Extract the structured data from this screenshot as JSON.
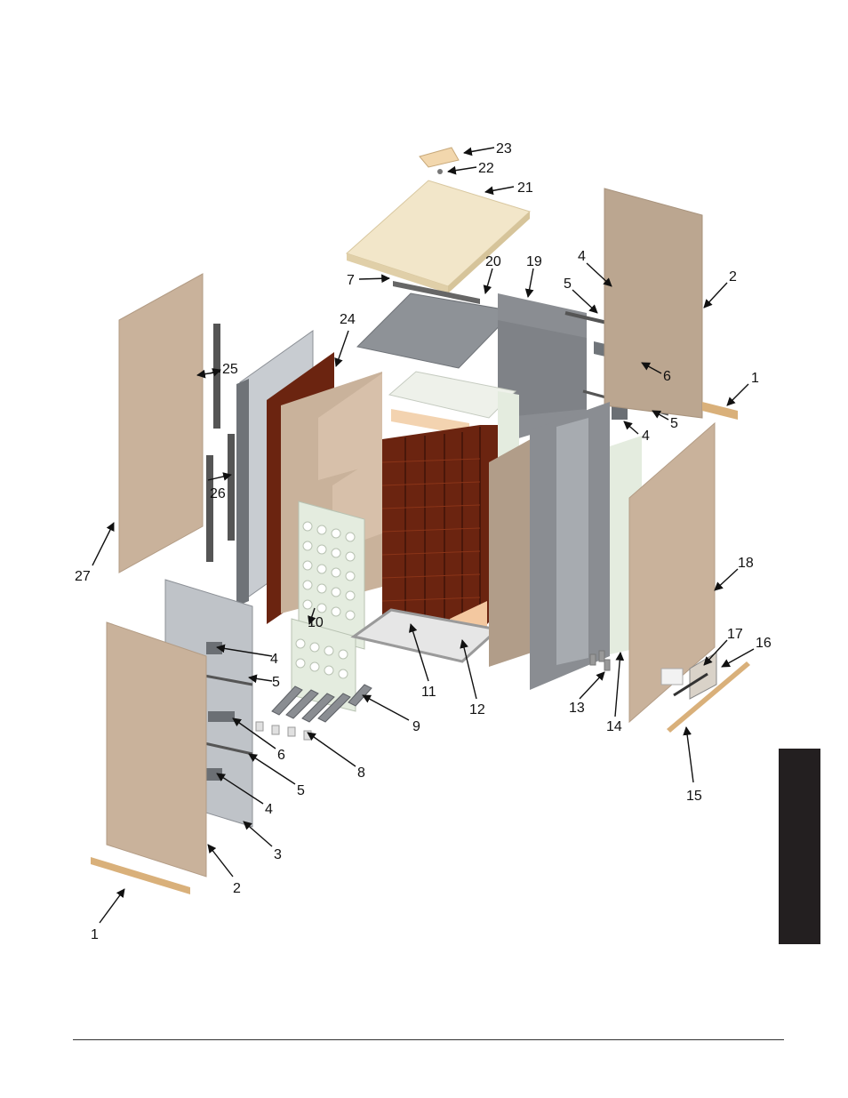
{
  "diagram": {
    "callouts": [
      {
        "id": "c23",
        "text": "23"
      },
      {
        "id": "c22",
        "text": "22"
      },
      {
        "id": "c21",
        "text": "21"
      },
      {
        "id": "c20",
        "text": "20"
      },
      {
        "id": "c19",
        "text": "19"
      },
      {
        "id": "c7",
        "text": "7"
      },
      {
        "id": "c4a",
        "text": "4"
      },
      {
        "id": "c5a",
        "text": "5"
      },
      {
        "id": "c2a",
        "text": "2"
      },
      {
        "id": "c6a",
        "text": "6"
      },
      {
        "id": "c1a",
        "text": "1"
      },
      {
        "id": "c5b",
        "text": "5"
      },
      {
        "id": "c4b",
        "text": "4"
      },
      {
        "id": "c24",
        "text": "24"
      },
      {
        "id": "c25",
        "text": "25"
      },
      {
        "id": "c26",
        "text": "26"
      },
      {
        "id": "c27",
        "text": "27"
      },
      {
        "id": "c18",
        "text": "18"
      },
      {
        "id": "c17",
        "text": "17"
      },
      {
        "id": "c16",
        "text": "16"
      },
      {
        "id": "c10",
        "text": "10"
      },
      {
        "id": "c4c",
        "text": "4"
      },
      {
        "id": "c5c",
        "text": "5"
      },
      {
        "id": "c11",
        "text": "11"
      },
      {
        "id": "c12",
        "text": "12"
      },
      {
        "id": "c13",
        "text": "13"
      },
      {
        "id": "c14",
        "text": "14"
      },
      {
        "id": "c9",
        "text": "9"
      },
      {
        "id": "c6b",
        "text": "6"
      },
      {
        "id": "c8",
        "text": "8"
      },
      {
        "id": "c5d",
        "text": "5"
      },
      {
        "id": "c4d",
        "text": "4"
      },
      {
        "id": "c15",
        "text": "15"
      },
      {
        "id": "c3",
        "text": "3"
      },
      {
        "id": "c2b",
        "text": "2"
      },
      {
        "id": "c1b",
        "text": "1"
      }
    ]
  },
  "colors": {
    "panel_tan": "#c9b29b",
    "panel_light": "#f2e6c9",
    "steel": "#8c9096",
    "steel_light": "#bfc3c8",
    "brick": "#6b2410",
    "brick_dark": "#4a170a",
    "insulation": "#f3d3b0",
    "pale_green": "#e4ecdf",
    "wood": "#d9b07a",
    "side_tab": "#231f20"
  }
}
